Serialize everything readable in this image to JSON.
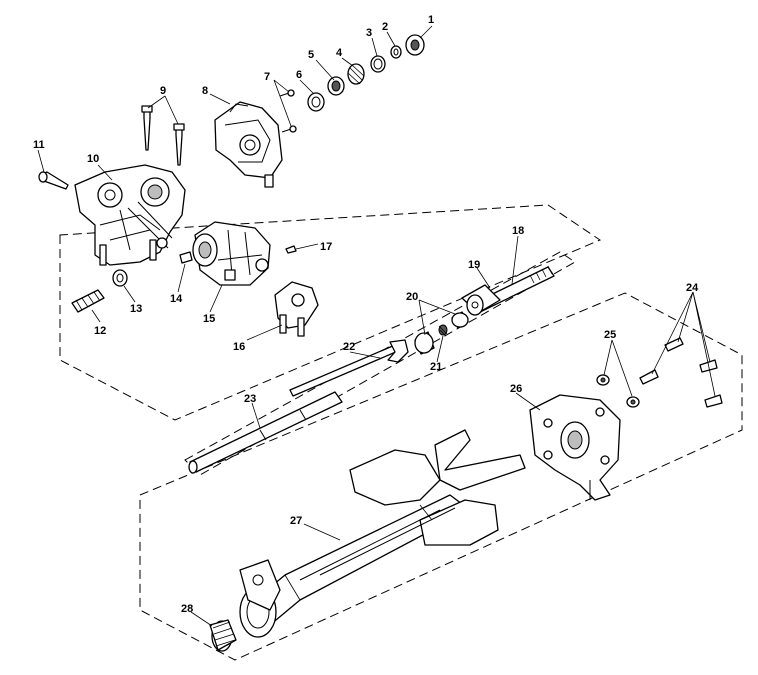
{
  "figure": {
    "callouts": [
      "1",
      "2",
      "3",
      "4",
      "5",
      "6",
      "7",
      "8",
      "9",
      "10",
      "11",
      "12",
      "13",
      "14",
      "15",
      "16",
      "17",
      "18",
      "19",
      "20",
      "21",
      "22",
      "23",
      "24",
      "25",
      "26",
      "27",
      "28"
    ]
  }
}
